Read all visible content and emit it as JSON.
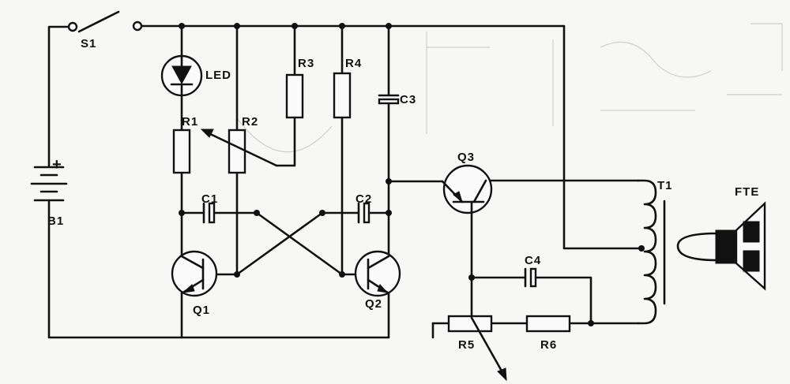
{
  "labels": {
    "s1": "S1",
    "led": "LED",
    "r1": "R1",
    "r2": "R2",
    "r3": "R3",
    "r4": "R4",
    "c1": "C1",
    "c2": "C2",
    "c3": "C3",
    "c4": "C4",
    "q1": "Q1",
    "q2": "Q2",
    "q3": "Q3",
    "r5": "R5",
    "r6": "R6",
    "t1": "T1",
    "fte": "FTE",
    "b1": "B1",
    "plus": "+"
  }
}
